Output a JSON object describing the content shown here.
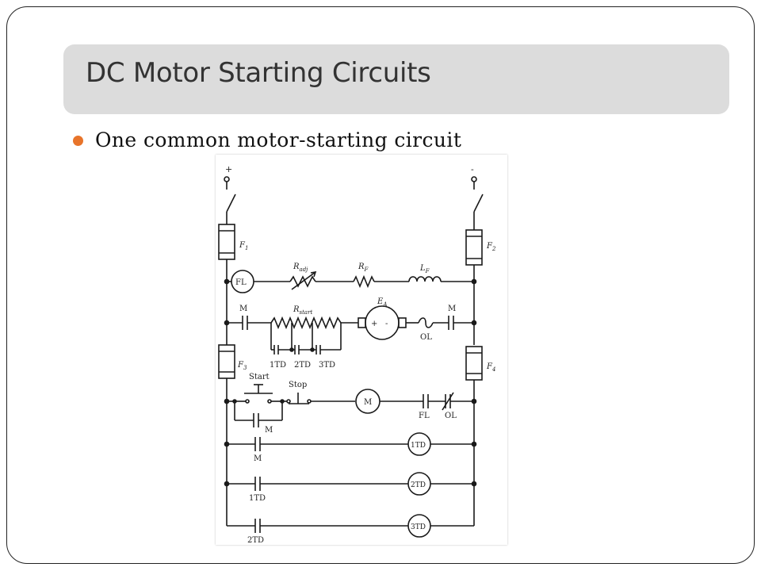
{
  "slide": {
    "title": "DC Motor Starting Circuits",
    "bullet": "One common motor-starting circuit",
    "accent_color": "#e8742a"
  },
  "diagram": {
    "terminal_pos": "+",
    "terminal_neg": "-",
    "fuse_f1": "F",
    "fuse_f1_sub": "1",
    "fuse_f2": "F",
    "fuse_f2_sub": "2",
    "fuse_f3": "F",
    "fuse_f3_sub": "3",
    "fuse_f4": "F",
    "fuse_f4_sub": "4",
    "fl_relay": "FL",
    "radj": "R",
    "radj_sub": "adj",
    "rf": "R",
    "rf_sub": "F",
    "lf": "L",
    "lf_sub": "F",
    "m_left": "M",
    "rstart": "R",
    "rstart_sub": "start",
    "ea": "E",
    "ea_sub": "A",
    "armature_plus": "+",
    "armature_minus": "-",
    "m_right": "M",
    "ol_heater": "OL",
    "td1": "1TD",
    "td2": "2TD",
    "td3": "3TD",
    "start": "Start",
    "stop": "Stop",
    "m_seal": "M",
    "m_coil": "M",
    "fl_contact": "FL",
    "ol_contact": "OL",
    "rung2_contact": "M",
    "rung2_coil": "1TD",
    "rung3_contact": "1TD",
    "rung3_coil": "2TD",
    "rung4_contact": "2TD",
    "rung4_coil": "3TD"
  }
}
